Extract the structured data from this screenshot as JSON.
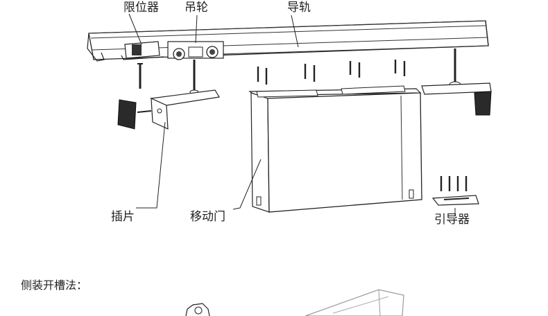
{
  "labels": {
    "limiter": "限位器",
    "hanging_wheel": "吊轮",
    "track": "导轨",
    "insert": "插片",
    "sliding_door": "移动门",
    "guide": "引导器"
  },
  "caption": "侧装开槽法："
}
